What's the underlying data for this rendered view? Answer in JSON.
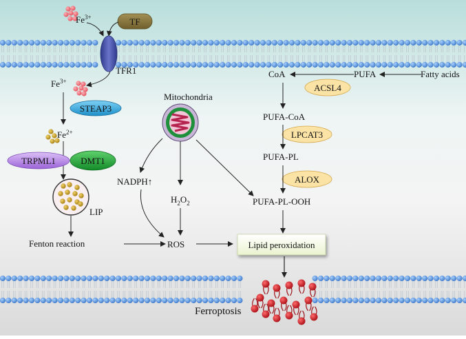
{
  "labels": {
    "fe3_top": "Fe",
    "fe3_top_sup": "3+",
    "tf": "TF",
    "tfr1": "TFR1",
    "fe3_mid": "Fe",
    "fe3_mid_sup": "3+",
    "steap3": "STEAP3",
    "fe2": "Fe",
    "fe2_sup": "2+",
    "trpml1": "TRPML1",
    "dmt1": "DMT1",
    "lip": "LIP",
    "fenton": "Fenton reaction",
    "mitochondria": "Mitochondria",
    "nadph": "NADPH↑",
    "h2o2_h": "H",
    "h2o2_2a": "2",
    "h2o2_o": "O",
    "h2o2_2b": "2",
    "ros": "ROS",
    "coa": "CoA",
    "pufa": "PUFA",
    "fatty_acids": "Fatty acids",
    "acsl4": "ACSL4",
    "pufa_coa": "PUFA-CoA",
    "lpcat3": "LPCAT3",
    "pufa_pl": "PUFA-PL",
    "alox": "ALOX",
    "pufa_pl_ooh": "PUFA-PL-OOH",
    "lipid_peroxidation": "Lipid peroxidation",
    "ferroptosis": "Ferroptosis"
  },
  "colors": {
    "top_band": "#bfe0dd",
    "bottom_band": "#dcdcdc",
    "lipid_head": "#4f8fd8",
    "iron_red": "#e8606a",
    "iron_gold": "#c9a227",
    "tf_brown": "#8c7a42",
    "tfr1_blue": "#4b55a8",
    "steap3_blue": "#2fa8df",
    "trpml1_purple": "#b987e6",
    "dmt1_green": "#21a839",
    "enzyme_fill": "#fbe3a6",
    "mito_green": "#1e8f3a",
    "mito_pink": "#e06a9a",
    "ferroptosis_red": "#c8141e"
  }
}
